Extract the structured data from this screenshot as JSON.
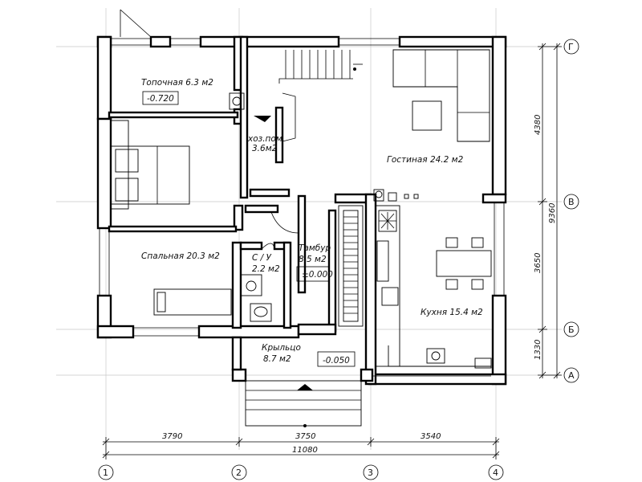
{
  "rooms": {
    "boiler_name": "Топочная 6.3 м2",
    "boiler_level": "-0.720",
    "storage_name": "хоз.пом",
    "storage_area": "3.6м2",
    "living": "Гостиная 24.2 м2",
    "bedroom": "Спальная 20.3 м2",
    "bathroom_name": "С / У",
    "bathroom_area": "2.2 м2",
    "vestibule_name": "Тамбур",
    "vestibule_area": "8.5 м2",
    "vestibule_level": "±0.000",
    "kitchen": "Кухня 15.4 м2",
    "porch_name": "Крыльцо",
    "porch_area": "8.7 м2",
    "porch_level": "-0.050"
  },
  "dimensions": {
    "bottom": [
      "3790",
      "3750",
      "3540"
    ],
    "total": "11080",
    "right": [
      "4380",
      "3650",
      "1330"
    ],
    "right_total": "9360"
  },
  "axes": {
    "columns": [
      "1",
      "2",
      "3",
      "4"
    ],
    "rows": [
      "Г",
      "В",
      "Б",
      "А"
    ]
  },
  "colors": {
    "ink": "#000000",
    "grid": "#c8c8c8",
    "background": "#ffffff"
  }
}
